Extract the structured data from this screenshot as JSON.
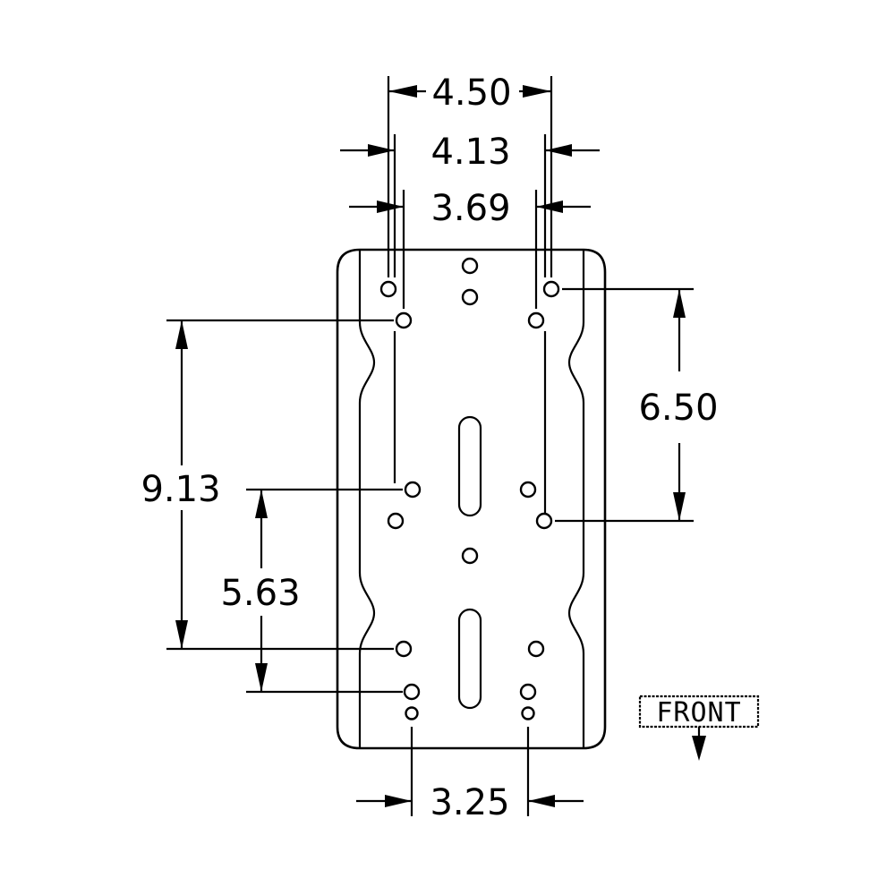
{
  "dimensions": {
    "d450": "4.50",
    "d413": "4.13",
    "d369": "3.69",
    "d650": "6.50",
    "d913": "9.13",
    "d563": "5.63",
    "d325": "3.25"
  },
  "front_label": "FRONT"
}
